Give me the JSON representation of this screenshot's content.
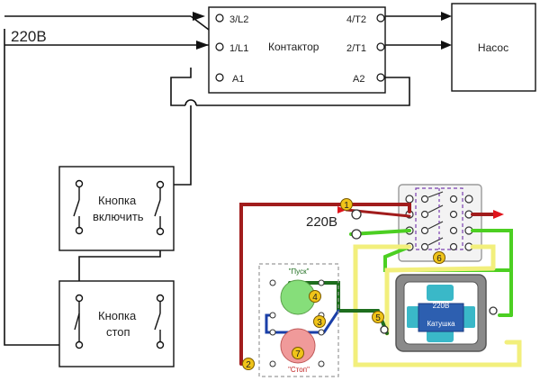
{
  "top": {
    "supply": "220В",
    "contactor": {
      "title": "Контактор",
      "terminals": {
        "in_l2": "3/L2",
        "in_l1": "1/L1",
        "coil_a1": "A1",
        "out_t2": "4/T2",
        "out_t1": "2/T1",
        "coil_a2": "A2"
      }
    },
    "pump": "Насос",
    "button_on": [
      "Кнопка",
      "включить"
    ],
    "button_stop": [
      "Кнопка",
      "стоп"
    ]
  },
  "bottom": {
    "supply": "220В",
    "start_label": "\"Пуск\"",
    "stop_label": "\"Стоп\"",
    "coil_voltage": "220В",
    "coil_label": "Катушка",
    "markers": [
      "1",
      "2",
      "3",
      "4",
      "5",
      "6",
      "7"
    ]
  },
  "colors": {
    "wire_red": "#a11c1c",
    "wire_green": "#4ccf22",
    "wire_dark_green": "#1e6e1e",
    "wire_yellow": "#f2ef7c",
    "wire_blue": "#1a3fa8",
    "arrow_red": "#e0141c",
    "marker_fill": "#f0c419",
    "start_button": "#86de7a",
    "stop_button": "#f09a9a",
    "coil_frame": "#8a8a8a",
    "coil_core": "#3ab8c8",
    "coil_label_bg": "#2d5fb0"
  }
}
